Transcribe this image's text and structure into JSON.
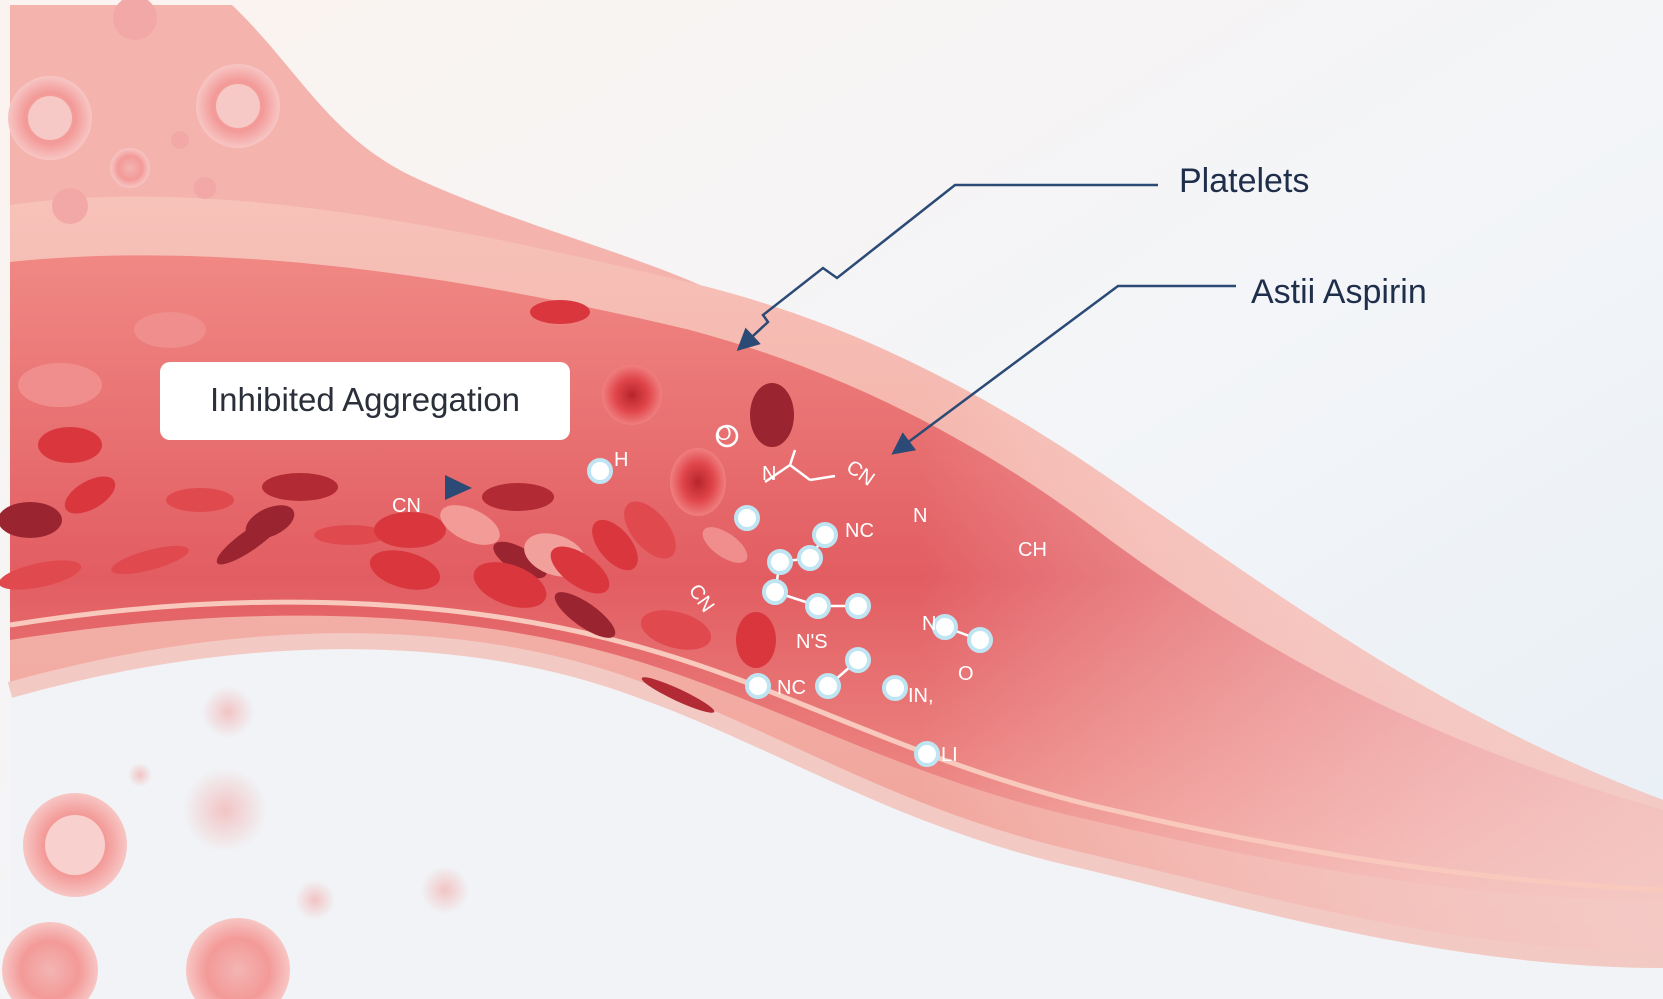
{
  "callouts": {
    "platelets": "Platelets",
    "aspirin": "Astii Aspirin"
  },
  "inhibited_box": {
    "label": "Inhibited Aggregation"
  },
  "molecule_labels": [
    "CN",
    "N",
    "CN",
    "NC",
    "N",
    "CH",
    "CN",
    "N'S",
    "NC",
    "N",
    "O",
    "IN,",
    "LI",
    "H",
    "O"
  ],
  "colors": {
    "vessel_wall": "#f2a49c",
    "vessel_lumen": "#e0686a",
    "red_cell": "#d9373d",
    "dark_cell": "#9a2530",
    "callout_line": "#2b4a75",
    "molecule_node": "#ffffff",
    "background": "#eef3f8"
  }
}
